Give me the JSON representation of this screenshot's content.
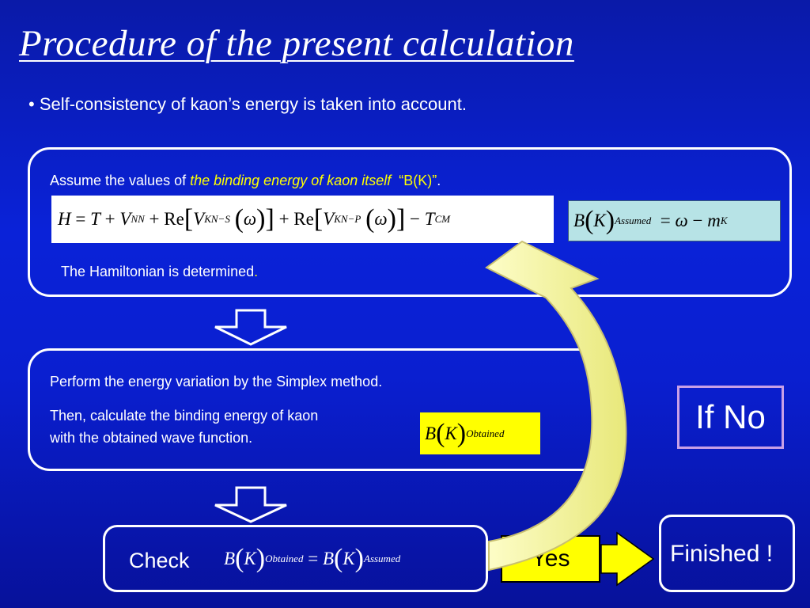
{
  "title": "Procedure of the present calculation",
  "bullet": "• Self-consistency of kaon’s energy is taken into account.",
  "step1": {
    "assume_prefix": "Assume the values of ",
    "assume_italic": "the binding energy of kaon itself",
    "assume_suffix": "“B(K)”",
    "assume_period": ".",
    "hamiltonian_text": "The Hamiltonian is determined",
    "hamiltonian_period": "."
  },
  "step2": {
    "line1": "Perform the energy variation by the Simplex method.",
    "line2": "Then, calculate the binding energy of kaon",
    "line3": "with the obtained wave function."
  },
  "check": {
    "label": "Check"
  },
  "if_no": "If No",
  "if_yes": "Yes",
  "finished": "Finished !",
  "colors": {
    "background": "#0a22d8",
    "highlight": "#ffff00",
    "equation_box": "#b7e3e6",
    "arrow": "#fafab0",
    "frame": "#c8a0e6"
  }
}
